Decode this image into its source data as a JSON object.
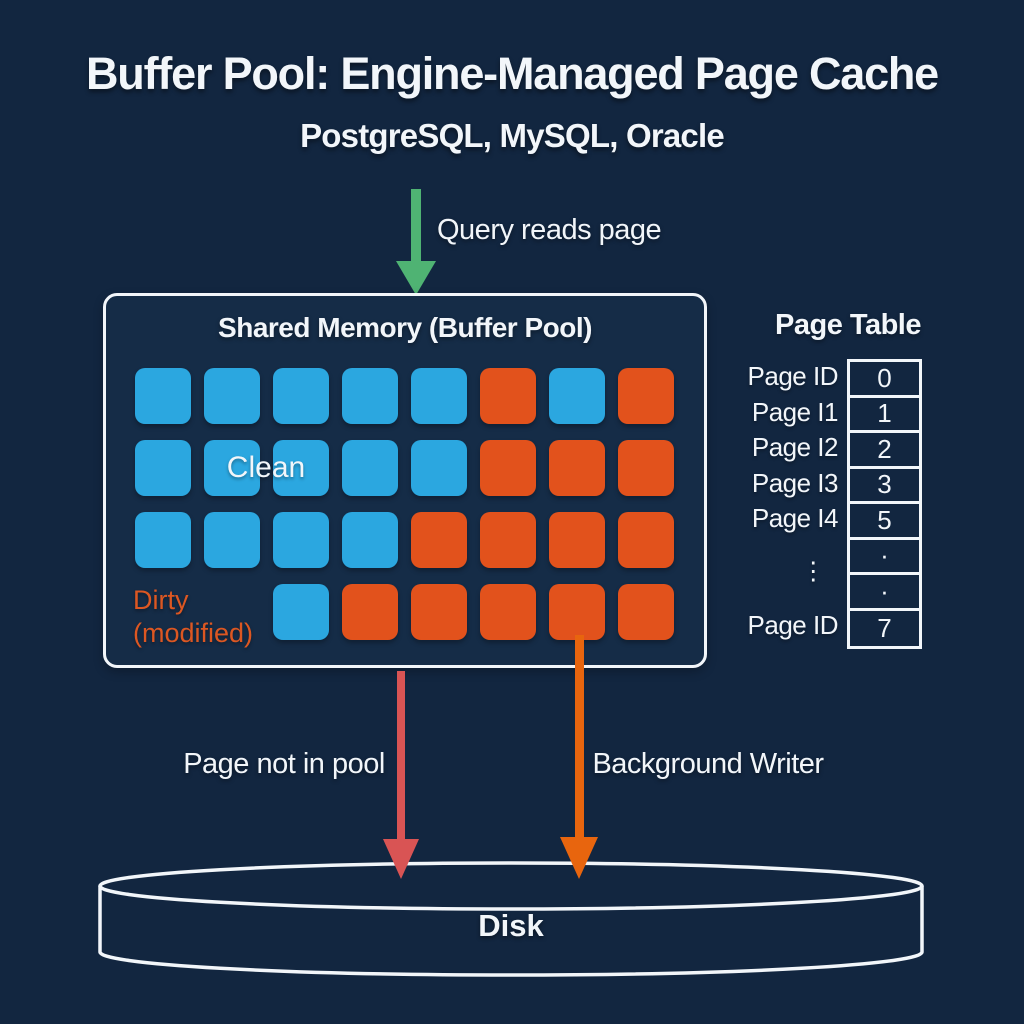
{
  "colors": {
    "background": "#122640",
    "box_fill": "#152C47",
    "white": "#F2F6FA",
    "blue": "#2BA7E0",
    "orange": "#E2521C",
    "green_arrow": "#4FB373",
    "red_arrow": "#D95454",
    "orange_arrow": "#E8650E",
    "dirty_label": "#DC5722"
  },
  "title": "Buffer Pool: Engine-Managed Page Cache",
  "subtitle": "PostgreSQL, MySQL, Oracle",
  "query_arrow_label": "Query reads page",
  "buffer_pool": {
    "header": "Shared Memory (Buffer Pool)",
    "clean_label": "Clean",
    "dirty_label_line1": "Dirty",
    "dirty_label_line2": "(modified)",
    "grid": [
      [
        "B",
        "B",
        "B",
        "B",
        "B",
        "O",
        "B",
        "O"
      ],
      [
        "B",
        "B",
        "B",
        "B",
        "B",
        "O",
        "O",
        "O"
      ],
      [
        "B",
        "B",
        "B",
        "B",
        "O",
        "O",
        "O",
        "O"
      ],
      [
        "",
        "",
        "B",
        "O",
        "O",
        "O",
        "O",
        "O"
      ]
    ],
    "grid_legend": {
      "B": "clean",
      "O": "dirty"
    }
  },
  "page_table": {
    "title": "Page Table",
    "rows": [
      {
        "label": "Page ID",
        "value": "0"
      },
      {
        "label": "Page I1",
        "value": "1"
      },
      {
        "label": "Page I2",
        "value": "2"
      },
      {
        "label": "Page I3",
        "value": "3"
      },
      {
        "label": "Page I4",
        "value": "5"
      },
      {
        "label": "⋮",
        "value": "·"
      },
      {
        "label": "",
        "value": "·"
      },
      {
        "label": "Page ID",
        "value": "7"
      }
    ]
  },
  "bottom": {
    "left_arrow_label": "Page not in pool",
    "right_arrow_label": "Background Writer"
  },
  "disk": {
    "label": "Disk"
  }
}
